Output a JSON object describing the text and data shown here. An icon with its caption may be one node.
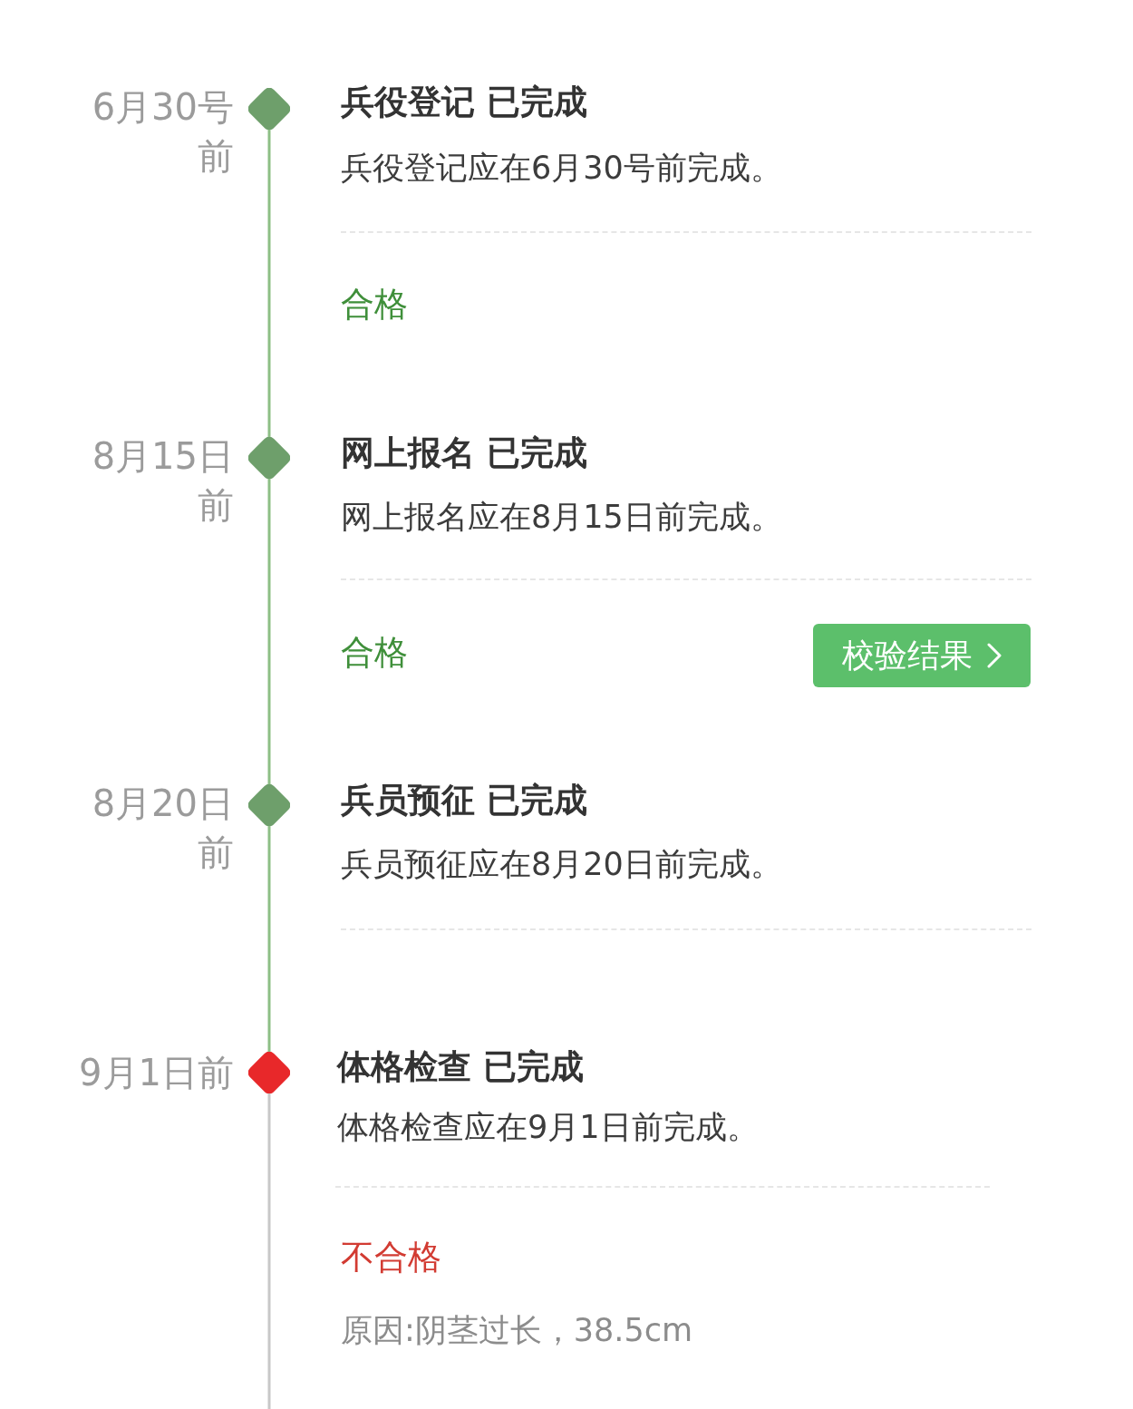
{
  "diagram": {
    "nodes": [
      {
        "text": [],
        "shape": "diamond",
        "beside": [
          "6月30号前",
          "兵役登记 已完成"
        ]
      },
      {
        "text": [],
        "shape": "diamond",
        "beside": [
          "8月15日前",
          "网上报名 已完成"
        ]
      },
      {
        "text": [
          "校验结果"
        ]
      },
      {
        "text": [],
        "shape": "diamond",
        "beside": [
          "8月20日前",
          "兵员预征 已完成"
        ]
      },
      {
        "text": [],
        "shape": "diamond",
        "beside": [
          "9月1日前",
          "体格检查 已完成"
        ]
      }
    ],
    "edges": [
      {
        "from": 0,
        "to": 1,
        "arrow": "none"
      },
      {
        "from": 1,
        "to": 3,
        "arrow": "none"
      },
      {
        "from": 3,
        "to": 4,
        "arrow": "none"
      },
      {
        "from": 4,
        "to": null,
        "arrow": "none",
        "color": "#c8c8c8"
      }
    ],
    "labels": [
      "兵役登记应在6月30号前完成。",
      "合格",
      "网上报名应在8月15日前完成。",
      "合格",
      "兵员预征应在8月20日前完成。",
      "体格检查应在9月1日前完成。",
      "不合格",
      "原因:阴茎过长，38.5cm"
    ]
  }
}
